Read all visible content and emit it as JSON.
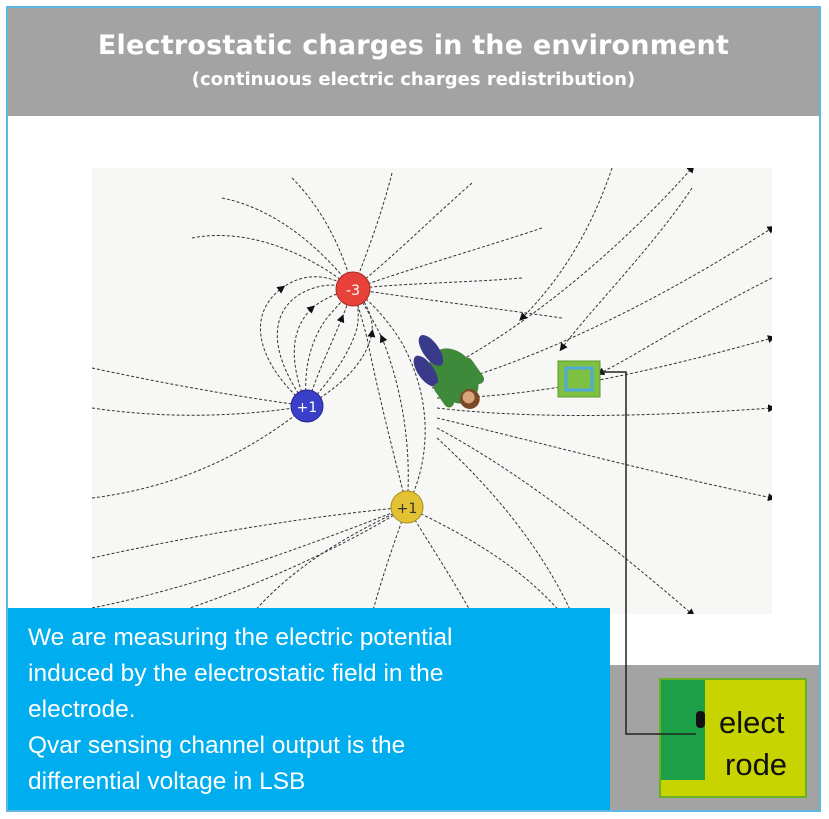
{
  "header": {
    "title": "Electrostatic charges in the environment",
    "subtitle": "(continuous electric charges redistribution)"
  },
  "charges": [
    {
      "label": "-3",
      "sign": "negative",
      "color": "#e8413a"
    },
    {
      "label": "+1",
      "sign": "positive",
      "color": "#3a3fc9"
    },
    {
      "label": "+1",
      "sign": "positive",
      "color": "#e2c233"
    }
  ],
  "caption": {
    "lines": [
      "We are measuring the electric potential",
      "induced by the electrostatic field in the",
      "electrode.",
      "Qvar sensing channel output is the",
      "differential voltage in LSB"
    ]
  },
  "electrode": {
    "label_line1": "elect",
    "label_line2": "rode"
  },
  "colors": {
    "header_bg": "#a3a3a3",
    "caption_bg": "#00aeef",
    "electrode_bg": "#c8d400",
    "electrode_pad": "#1ba047",
    "sensor_outer": "#7ec142",
    "sensor_inner": "#4fa8d8"
  },
  "icons": {
    "person": "person-top-view-icon",
    "sensor": "electrode-sensor-icon"
  }
}
